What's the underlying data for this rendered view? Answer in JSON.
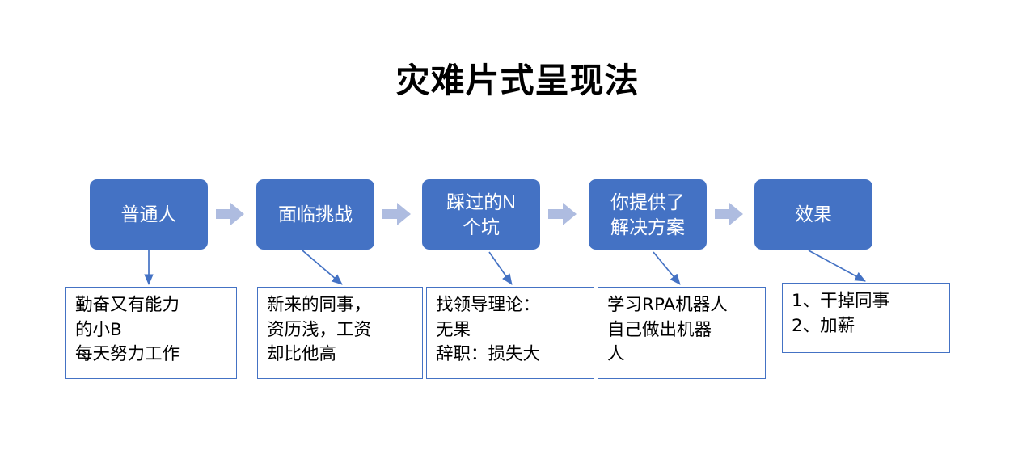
{
  "slide": {
    "title": "灾难片式呈现法",
    "background_color": "#ffffff",
    "accent_color": "#4472C4",
    "chevron_color": "#AEBCE0",
    "title_color": "#000000"
  },
  "stages": [
    {
      "label": "普通人",
      "name": "stage-ordinary-person"
    },
    {
      "label": "面临挑战",
      "name": "stage-facing-challenge"
    },
    {
      "label": "踩过的N\n个坑",
      "name": "stage-pitfalls"
    },
    {
      "label": "你提供了\n解决方案",
      "name": "stage-you-provide-solution"
    },
    {
      "label": "效果",
      "name": "stage-result"
    }
  ],
  "chevrons": [
    {
      "name": "chevron-arrow-1",
      "glyph": "➡"
    },
    {
      "name": "chevron-arrow-2",
      "glyph": "➡"
    },
    {
      "name": "chevron-arrow-3",
      "glyph": "➡"
    },
    {
      "name": "chevron-arrow-4",
      "glyph": "➡"
    }
  ],
  "details": [
    {
      "text": "勤奋又有能力\n的小B\n每天努力工作",
      "name": "detail-ordinary-person"
    },
    {
      "text": "新来的同事，\n资历浅，工资\n却比他高",
      "name": "detail-facing-challenge"
    },
    {
      "text": "找领导理论：\n无果\n辞职：损失大",
      "name": "detail-pitfalls"
    },
    {
      "text": "学习RPA机器人\n自己做出机器\n人",
      "name": "detail-solution"
    },
    {
      "text": "1、干掉同事\n2、加薪",
      "name": "detail-result"
    }
  ],
  "connectors": [
    {
      "name": "connector-arrow-1",
      "from_stage": "普通人",
      "to_detail": "勤奋又有能力的小B"
    },
    {
      "name": "connector-arrow-2",
      "from_stage": "面临挑战",
      "to_detail": "新来的同事，资历浅，工资却比他高"
    },
    {
      "name": "connector-arrow-3",
      "from_stage": "踩过的N个坑",
      "to_detail": "找领导理论：无果"
    },
    {
      "name": "connector-arrow-4",
      "from_stage": "你提供了解决方案",
      "to_detail": "学习RPA机器人"
    },
    {
      "name": "connector-arrow-5",
      "from_stage": "效果",
      "to_detail": "1、干掉同事"
    }
  ]
}
